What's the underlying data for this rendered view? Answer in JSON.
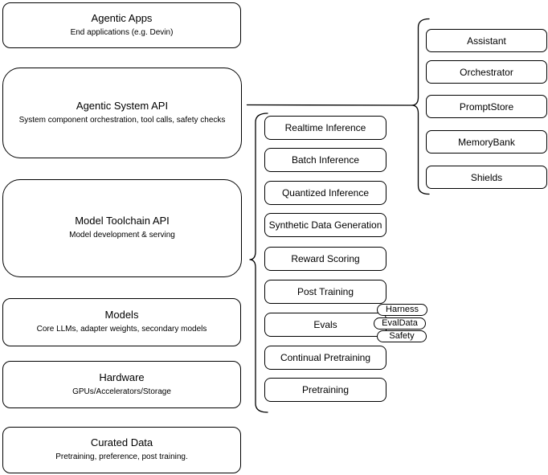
{
  "diagram": {
    "colors": {
      "stroke": "#000000",
      "fill": "#ffffff",
      "text": "#000000"
    },
    "stack_layers": [
      {
        "title": "Agentic Apps",
        "subtitle": "End applications (e.g. Devin)"
      },
      {
        "title": "Agentic System API",
        "subtitle": "System component orchestration, tool calls, safety checks"
      },
      {
        "title": "Model Toolchain API",
        "subtitle": "Model development & serving"
      },
      {
        "title": "Models",
        "subtitle": "Core LLMs, adapter weights, secondary models"
      },
      {
        "title": "Hardware",
        "subtitle": "GPUs/Accelerators/Storage"
      },
      {
        "title": "Curated Data",
        "subtitle": "Pretraining, preference, post training."
      }
    ],
    "toolchain_services": [
      "Realtime Inference",
      "Batch Inference",
      "Quantized Inference",
      "Synthetic Data Generation",
      "Reward Scoring",
      "Post Training",
      "Evals",
      "Continual Pretraining",
      "Pretraining"
    ],
    "eval_tags": [
      "Harness",
      "EvalData",
      "Safety"
    ],
    "system_components": [
      "Assistant",
      "Orchestrator",
      "PromptStore",
      "MemoryBank",
      "Shields"
    ]
  }
}
